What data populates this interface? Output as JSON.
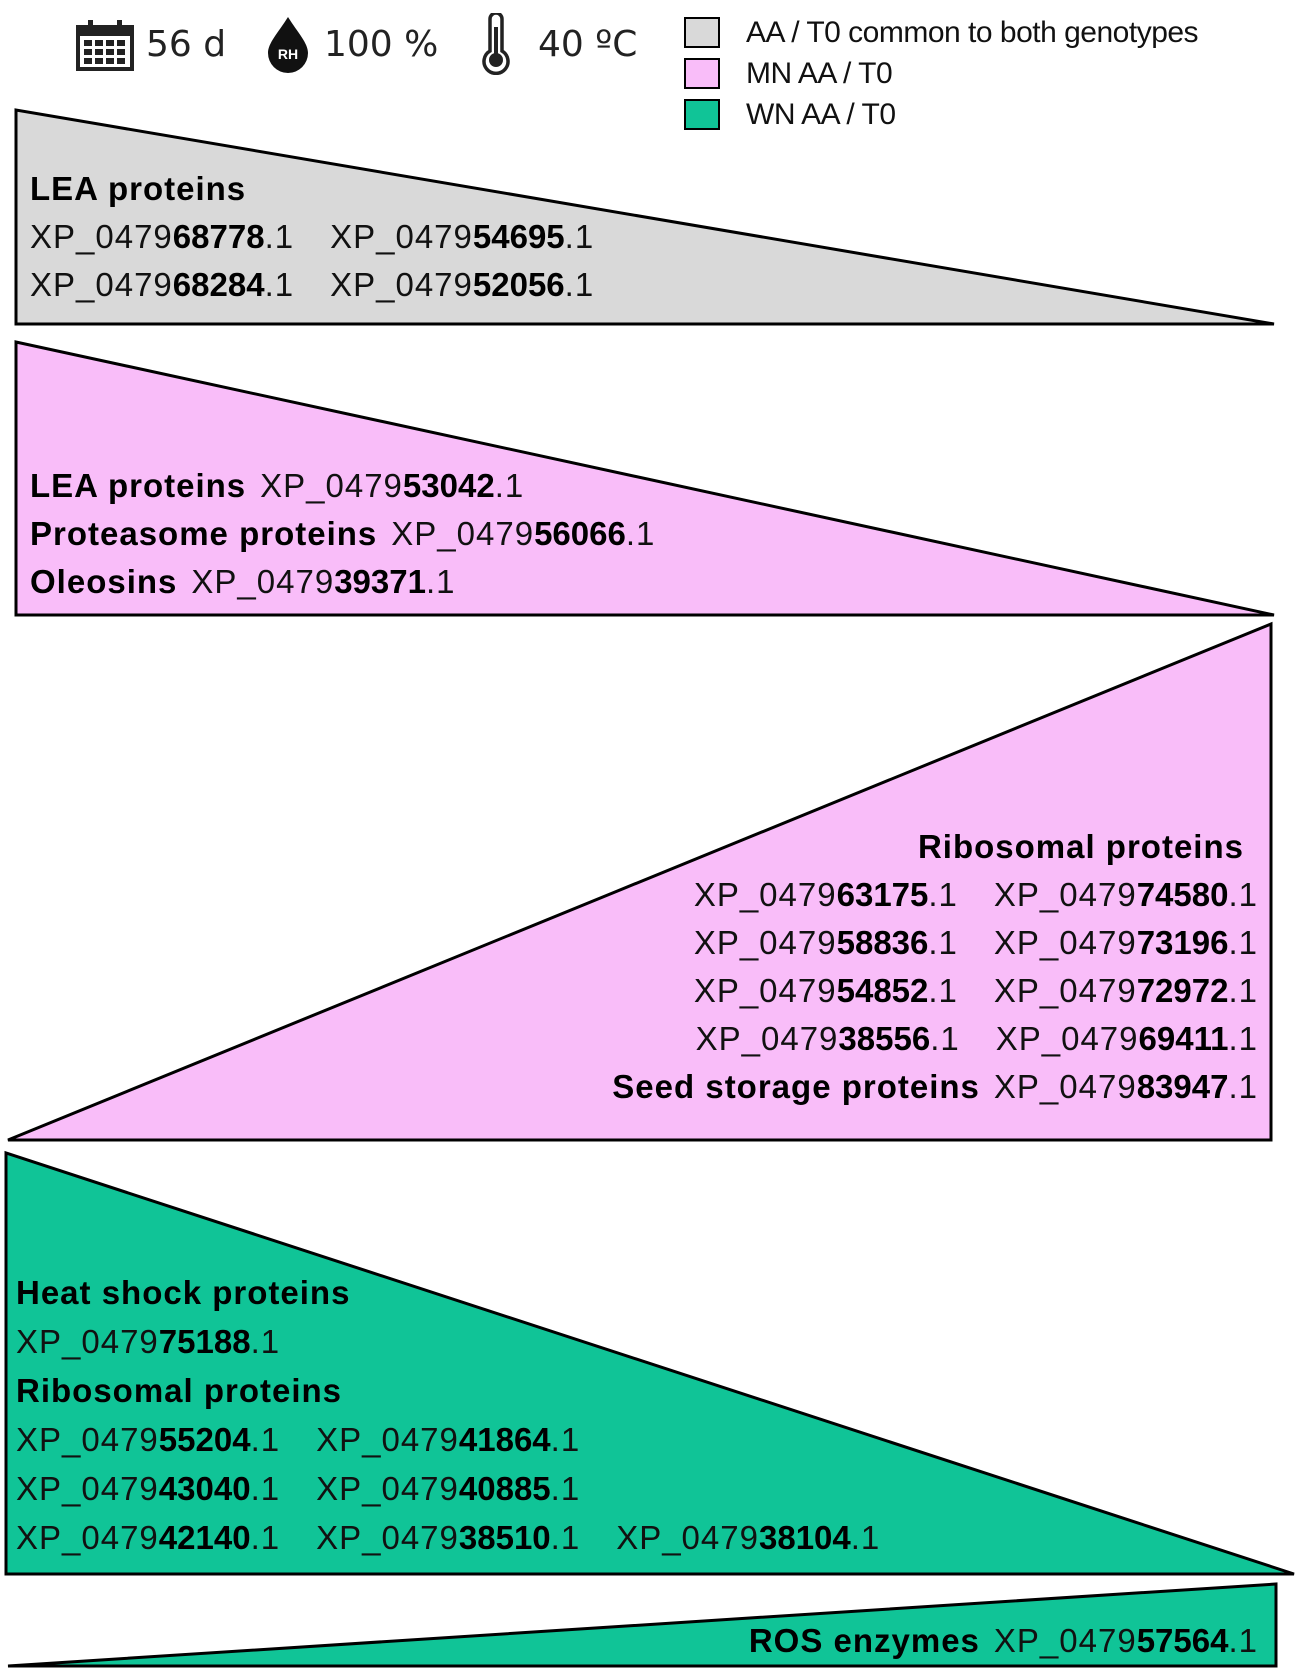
{
  "header": {
    "duration": "56 d",
    "humidity_badge": "RH",
    "humidity": "100 %",
    "temperature": "40 ºC",
    "icons": [
      "calendar-icon",
      "humidity-drop-icon",
      "thermometer-icon"
    ]
  },
  "legend": [
    {
      "label": "AA / T0 common to both genotypes",
      "color": "#d9d9d9"
    },
    {
      "label": "MN AA / T0",
      "color": "#f9bdf9"
    },
    {
      "label": "WN AA / T0",
      "color": "#10c497"
    }
  ],
  "colors": {
    "common": "#d9d9d9",
    "mn": "#f9bdf9",
    "wn": "#10c497",
    "outline": "#000000"
  },
  "panels": [
    {
      "group": "common",
      "direction": "decreasing",
      "lines": [
        [
          {
            "cat": "LEA proteins"
          }
        ],
        [
          {
            "pre": "XP_0479",
            "num": "68778",
            "suf": ".1"
          },
          {
            "pre": "XP_0479",
            "num": "54695",
            "suf": ".1"
          }
        ],
        [
          {
            "pre": "XP_0479",
            "num": "68284",
            "suf": ".1"
          },
          {
            "pre": "XP_0479",
            "num": "52056",
            "suf": ".1"
          }
        ]
      ]
    },
    {
      "group": "mn",
      "direction": "decreasing",
      "lines": [
        [
          {
            "cat": "LEA proteins"
          },
          {
            "pre": "XP_0479",
            "num": "53042",
            "suf": ".1"
          }
        ],
        [
          {
            "cat": "Proteasome proteins"
          },
          {
            "pre": "XP_0479",
            "num": "56066",
            "suf": ".1"
          }
        ],
        [
          {
            "cat": "Oleosins"
          },
          {
            "pre": "XP_0479",
            "num": "39371",
            "suf": ".1"
          }
        ]
      ]
    },
    {
      "group": "mn",
      "direction": "increasing",
      "lines": [
        [
          {
            "cat": "Ribosomal proteins"
          }
        ],
        [
          {
            "pre": "XP_0479",
            "num": "63175",
            "suf": ".1"
          },
          {
            "pre": "XP_0479",
            "num": "74580",
            "suf": ".1"
          }
        ],
        [
          {
            "pre": "XP_0479",
            "num": "58836",
            "suf": ".1"
          },
          {
            "pre": "XP_0479",
            "num": "73196",
            "suf": ".1"
          }
        ],
        [
          {
            "pre": "XP_0479",
            "num": "54852",
            "suf": ".1"
          },
          {
            "pre": "XP_0479",
            "num": "72972",
            "suf": ".1"
          }
        ],
        [
          {
            "pre": "XP_0479",
            "num": "38556",
            "suf": ".1"
          },
          {
            "pre": "XP_0479",
            "num": "69411",
            "suf": ".1"
          }
        ],
        [
          {
            "cat": "Seed storage proteins"
          },
          {
            "pre": "XP_0479",
            "num": "83947",
            "suf": ".1"
          }
        ]
      ]
    },
    {
      "group": "wn",
      "direction": "decreasing",
      "lines": [
        [
          {
            "cat": "Heat shock proteins"
          }
        ],
        [
          {
            "pre": "XP_0479",
            "num": "75188",
            "suf": ".1"
          }
        ],
        [
          {
            "cat": "Ribosomal proteins"
          }
        ],
        [
          {
            "pre": "XP_0479",
            "num": "55204",
            "suf": ".1"
          },
          {
            "pre": "XP_0479",
            "num": "41864",
            "suf": ".1"
          }
        ],
        [
          {
            "pre": "XP_0479",
            "num": "43040",
            "suf": ".1"
          },
          {
            "pre": "XP_0479",
            "num": "40885",
            "suf": ".1"
          }
        ],
        [
          {
            "pre": "XP_0479",
            "num": "42140",
            "suf": ".1"
          },
          {
            "pre": "XP_0479",
            "num": "38510",
            "suf": ".1"
          },
          {
            "pre": "XP_0479",
            "num": "38104",
            "suf": ".1"
          }
        ]
      ]
    },
    {
      "group": "wn",
      "direction": "increasing",
      "lines": [
        [
          {
            "cat": "ROS enzymes"
          },
          {
            "pre": "XP_0479",
            "num": "57564",
            "suf": ".1"
          }
        ]
      ]
    }
  ]
}
